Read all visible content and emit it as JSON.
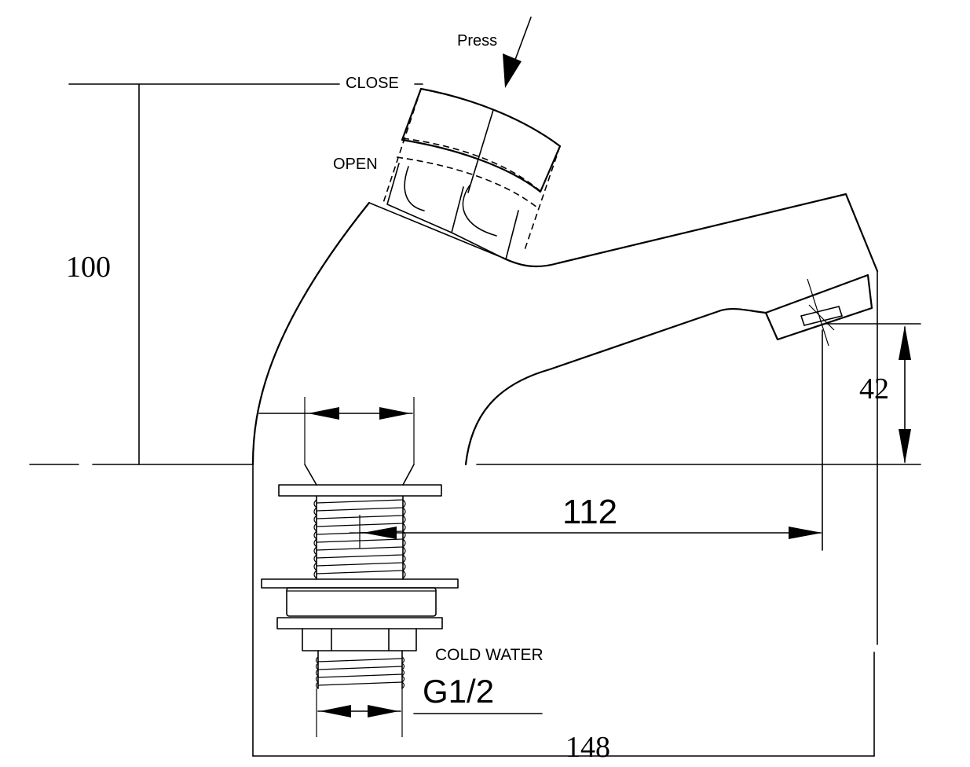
{
  "annotations": {
    "press": "Press",
    "close": "CLOSE",
    "open": "OPEN",
    "cold_water": "COLD WATER",
    "thread_size": "G1/2"
  },
  "dimensions": {
    "height_total": "100",
    "spout_height": "42",
    "spout_reach": "112",
    "depth_total": "148"
  }
}
